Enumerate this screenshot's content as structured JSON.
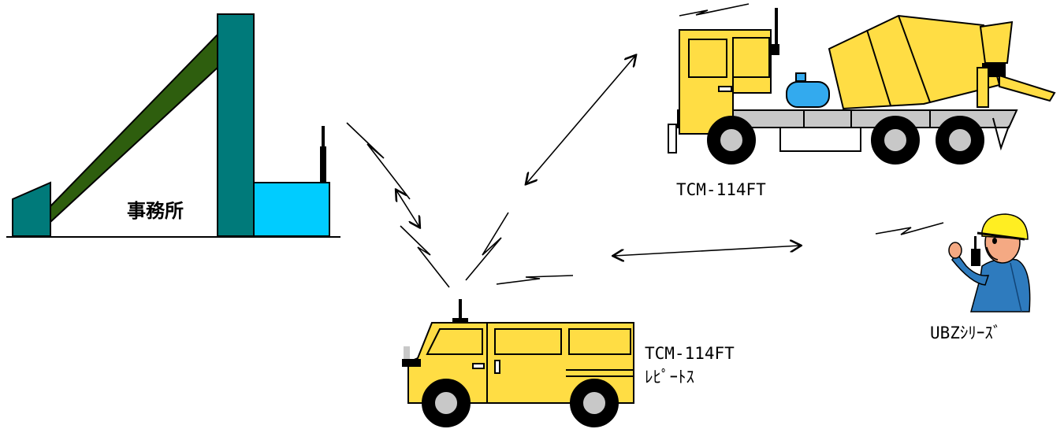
{
  "office": {
    "label": "事務所"
  },
  "mixer_truck": {
    "label": "TCM-114FT"
  },
  "repeater_van": {
    "line1": "TCM-114FT",
    "line2": "ﾚﾋﾟｰﾄｽ"
  },
  "worker": {
    "label": "UBZｼﾘｰｽﾞ"
  },
  "colors": {
    "building_teal": "#007A7A",
    "annex_cyan": "#00CCFF",
    "conveyor_green": "#2E5E0E",
    "vehicle_yellow": "#FFDD44",
    "tank_blue": "#33AAEE",
    "chassis_gray": "#C8C8C8"
  }
}
